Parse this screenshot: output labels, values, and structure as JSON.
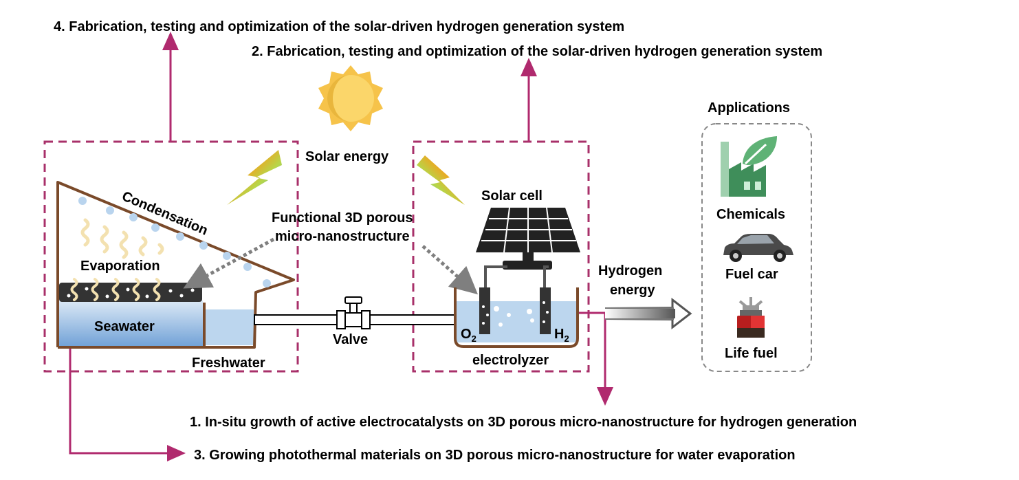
{
  "labels": {
    "step4": "4. Fabrication, testing and optimization of the solar-driven hydrogen generation system",
    "step2": "2. Fabrication, testing and optimization of the solar-driven hydrogen generation system",
    "step1": "1. In-situ growth of active electrocatalysts on 3D porous micro-nanostructure for hydrogen generation",
    "step3": "3. Growing photothermal materials on 3D porous micro-nanostructure for water evaporation",
    "solar_energy": "Solar energy",
    "condensation": "Condensation",
    "evaporation": "Evaporation",
    "seawater": "Seawater",
    "freshwater": "Freshwater",
    "functional_line1": "Functional 3D porous",
    "functional_line2": "micro-nanostructure",
    "valve": "Valve",
    "solar_cell": "Solar cell",
    "o2": "O",
    "o2_sub": "2",
    "h2": "H",
    "h2_sub": "2",
    "electrolyzer": "electrolyzer",
    "hydrogen_line1": "Hydrogen",
    "hydrogen_line2": "energy",
    "applications": "Applications",
    "chemicals": "Chemicals",
    "fuel_car": "Fuel car",
    "life_fuel": "Life fuel"
  },
  "colors": {
    "accent_magenta": "#b02a6e",
    "dashed_box": "#a8306a",
    "wall_brown": "#7a4a2a",
    "water_blue": "#bcd6ee",
    "seawater_deep": "#7ba9d8",
    "sun_yellow": "#f6c34a",
    "factory_green": "#3f8e5a",
    "dark_gray": "#333333"
  },
  "icons": [
    "sun-icon",
    "lightning-icon",
    "solar-panel-icon",
    "valve-icon",
    "factory-leaf-icon",
    "car-icon",
    "stove-icon",
    "arrow-icon"
  ]
}
